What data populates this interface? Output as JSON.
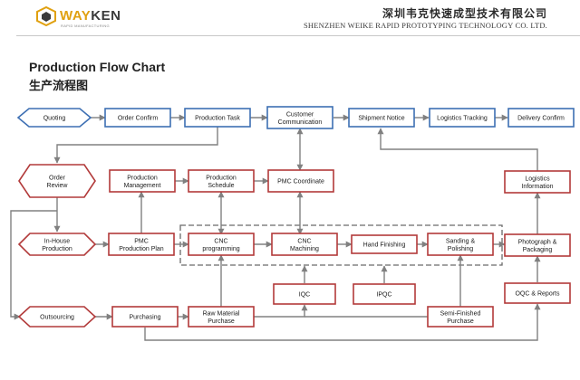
{
  "header": {
    "logo_brand_a": "WAY",
    "logo_brand_b": "KEN",
    "logo_tagline": "RAPID MANUFACTURING",
    "company_cn": "深圳韦克快速成型技术有限公司",
    "company_en": "SHENZHEN WEIKE RAPID PROTOTYPING TECHNOLOGY CO. LTD."
  },
  "title": {
    "en": "Production Flow Chart",
    "cn": "生产流程图"
  },
  "colors": {
    "blue": "#3d6fb3",
    "red": "#b23a3a",
    "arrow": "#808080",
    "dashed": "#6a6a6a"
  },
  "nodes": {
    "quoting": [
      "Quoting"
    ],
    "order_confirm": [
      "Order Confirm"
    ],
    "production_task": [
      "Production Task"
    ],
    "customer_communication": [
      "Customer",
      "Communication"
    ],
    "shipment_notice": [
      "Shipment Notice"
    ],
    "logistics_tracking": [
      "Logistics Tracking"
    ],
    "delivery_confirm": [
      "Delivery Confirm"
    ],
    "order_review": [
      "Order",
      "Review"
    ],
    "production_management": [
      "Production",
      "Management"
    ],
    "production_schedule": [
      "Production",
      "Schedule"
    ],
    "pmc_coordinate": [
      "PMC Coordinate"
    ],
    "logistics_information": [
      "Logistics",
      "Information"
    ],
    "in_house_production": [
      "In-House",
      "Production"
    ],
    "pmc_production_plan": [
      "PMC",
      "Production Plan"
    ],
    "cnc_programming": [
      "CNC",
      "programming"
    ],
    "cnc_machining": [
      "CNC",
      "Machining"
    ],
    "hand_finishing": [
      "Hand Finishing"
    ],
    "sanding_polishing": [
      "Sanding &",
      "Polishing"
    ],
    "photograph_packaging": [
      "Photograph &",
      "Packaging"
    ],
    "iqc": [
      "IQC"
    ],
    "ipqc": [
      "IPQC"
    ],
    "oqc_reports": [
      "OQC & Reports"
    ],
    "outsourcing": [
      "Outsourcing"
    ],
    "purchasing": [
      "Purchasing"
    ],
    "raw_material_purchase": [
      "Raw Material",
      "Purchase"
    ],
    "semi_finished_purchase": [
      "Semi-Finished",
      "Purchase"
    ]
  }
}
